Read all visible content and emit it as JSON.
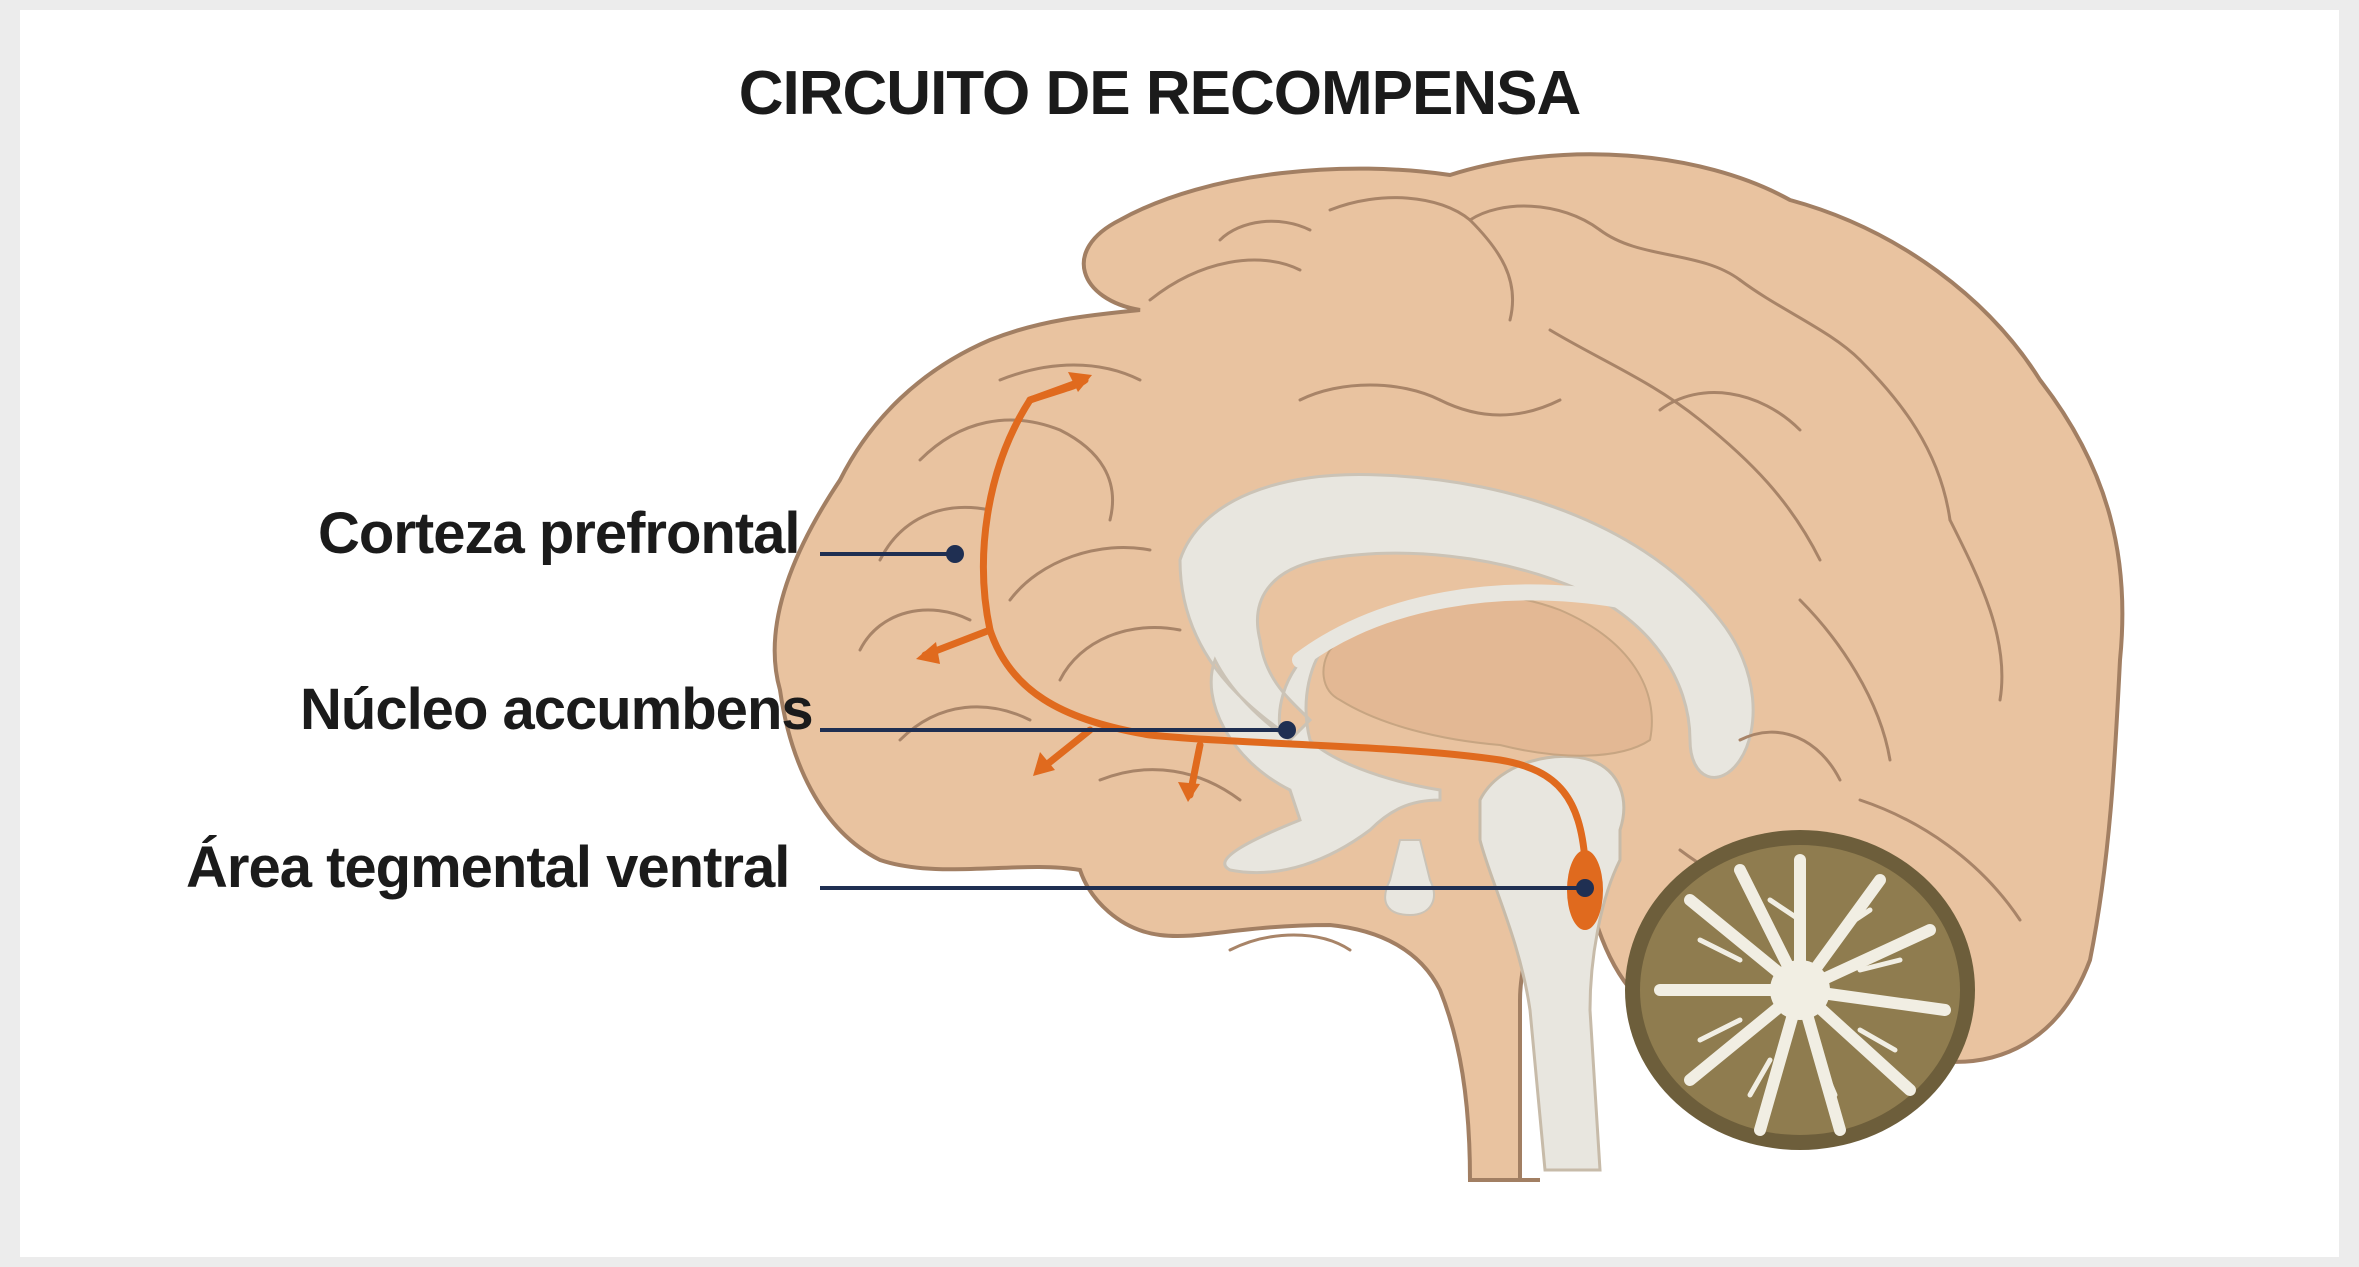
{
  "title": "CIRCUITO DE RECOMPENSA",
  "labels": {
    "prefrontal_cortex": "Corteza prefrontal",
    "nucleus_accumbens": "Núcleo accumbens",
    "vta": "Área tegmental ventral"
  },
  "colors": {
    "background": "#ececec",
    "panel": "#ffffff",
    "brain_tissue": "#e9c3a0",
    "brain_outline": "#a27f63",
    "white_matter": "#e8e6df",
    "pathway": "#e06a1e",
    "pointer_line": "#1f2f52",
    "cerebellum_dark": "#6d5e3b",
    "cerebellum_light": "#f1eee3"
  }
}
